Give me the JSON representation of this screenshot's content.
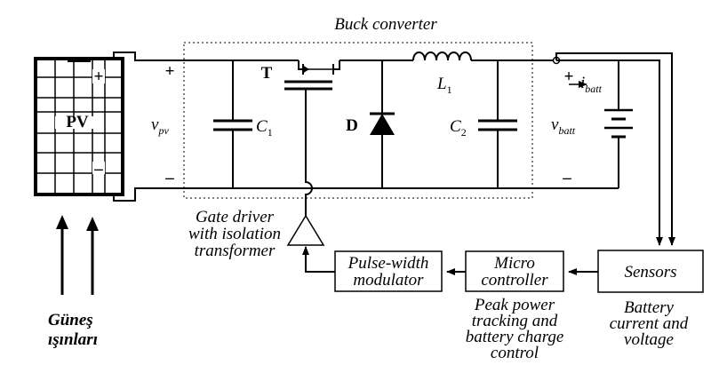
{
  "title": "Buck converter",
  "pv_panel": {
    "label": "PV",
    "plus": "+",
    "minus": "–"
  },
  "input_terminals": {
    "plus": "+",
    "minus": "–",
    "voltage_symbol": "v",
    "voltage_sub": "pv"
  },
  "components": {
    "transistor": "T",
    "diode": "D",
    "inductor_symbol": "L",
    "inductor_sub": "1",
    "cap1_symbol": "C",
    "cap1_sub": "1",
    "cap2_symbol": "C",
    "cap2_sub": "2"
  },
  "output_terminals": {
    "plus": "+",
    "minus": "–",
    "current_symbol": "i",
    "current_sub": "batt",
    "voltage_symbol": "v",
    "voltage_sub": "batt"
  },
  "gate_driver": {
    "lines": [
      "Gate driver",
      "with isolation",
      "transformer"
    ]
  },
  "blocks": {
    "pwm": [
      "Pulse-width",
      "modulator"
    ],
    "micro": [
      "Micro",
      "controller"
    ],
    "sensors": "Sensors"
  },
  "captions": {
    "micro": [
      "Peak power",
      "tracking and",
      "battery charge",
      "control"
    ],
    "sensors": [
      "Battery",
      "current and",
      "voltage"
    ]
  },
  "sun_label": [
    "Güneş",
    "ışınları"
  ]
}
